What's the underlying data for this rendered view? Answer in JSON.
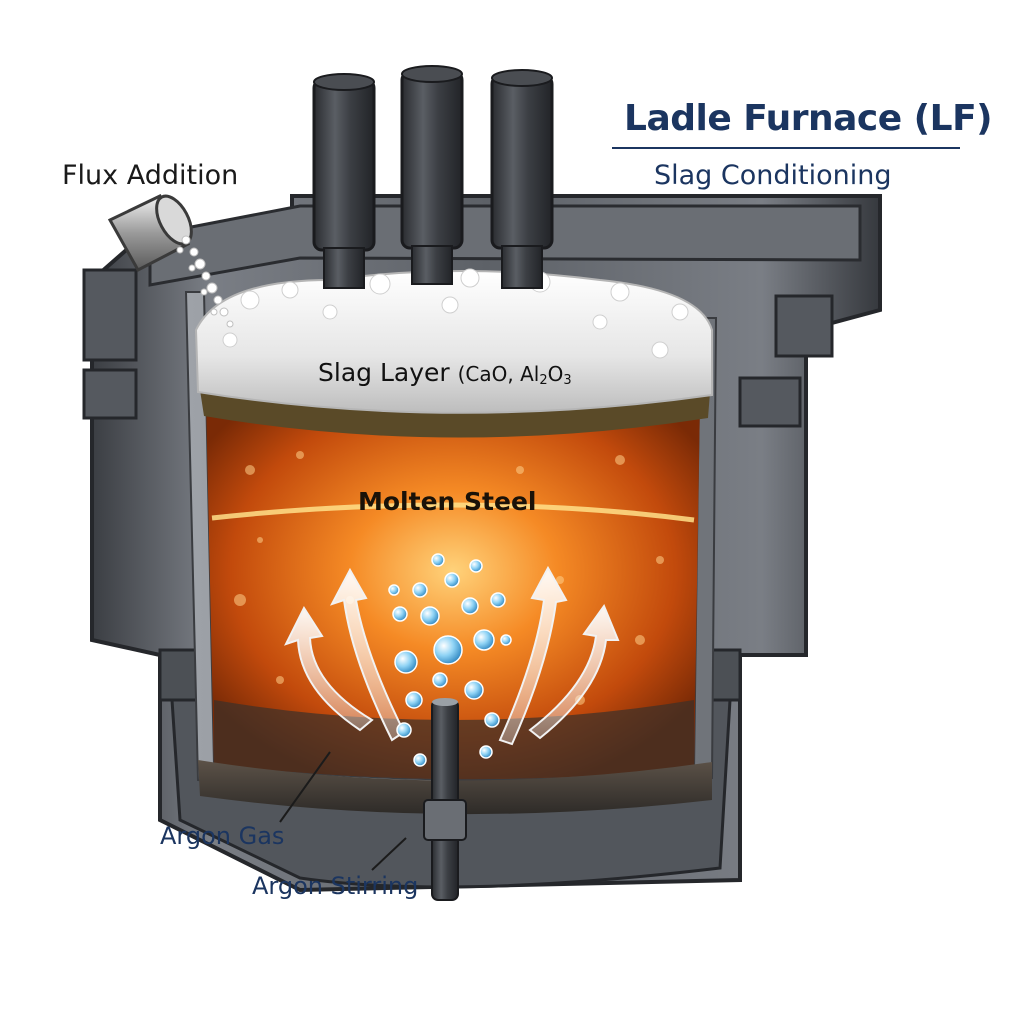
{
  "title": "Ladle Furnace (LF)",
  "subtitle": "Slag Conditioning",
  "labels": {
    "flux_addition": "Flux Addition",
    "slag_layer_name": "Slag Layer ",
    "slag_layer_chem_open": "(CaO, Al",
    "slag_layer_sub_1": "2",
    "slag_layer_chem_mid": "O",
    "slag_layer_sub_2": "3",
    "molten_steel": "Molten Steel",
    "argon_gas": "Argon Gas",
    "argon_stirring": "Argon Stirring"
  },
  "colors": {
    "title_navy": "#1b3560",
    "steel_hot": "#ffb347",
    "steel_deep": "#c24a0c",
    "slag_white": "#eeeeee",
    "shell_gray": "#5f6368",
    "electrode": "#3a3d42",
    "bubble": "#8fd3f5"
  },
  "components": {
    "electrode_count": 3
  }
}
